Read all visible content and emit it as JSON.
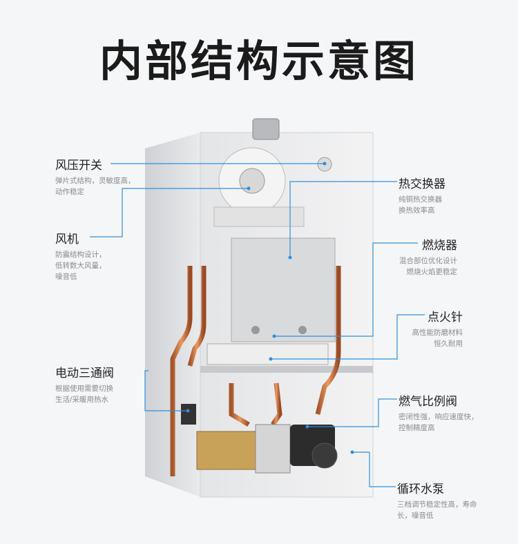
{
  "title": "内部结构示意图",
  "accent_color": "#2d8fe0",
  "callouts": {
    "pressure_switch": {
      "name": "风压开关",
      "desc": "弹片式结构，灵敏度高，\n动作稳定"
    },
    "fan": {
      "name": "风机",
      "desc": "防震结构设计，\n低转数大风量，\n噪音低"
    },
    "three_way_valve": {
      "name": "电动三通阀",
      "desc": "根据使用需要切换\n生活/采暖用热水"
    },
    "heat_exchanger": {
      "name": "热交换器",
      "desc": "纯铜热交换器\n换热效率高"
    },
    "burner": {
      "name": "燃烧器",
      "desc": "混合部位优化设计\n燃烧火焰更稳定"
    },
    "ignition_needle": {
      "name": "点火针",
      "desc": "高性能防磨材料\n恒久耐用"
    },
    "gas_proportional_valve": {
      "name": "燃气比例阀",
      "desc": "密闭性强，响应速度快，\n控制精度高"
    },
    "circulation_pump": {
      "name": "循环水泵",
      "desc": "三档调节稳定性高，寿命\n长，噪音低"
    }
  }
}
